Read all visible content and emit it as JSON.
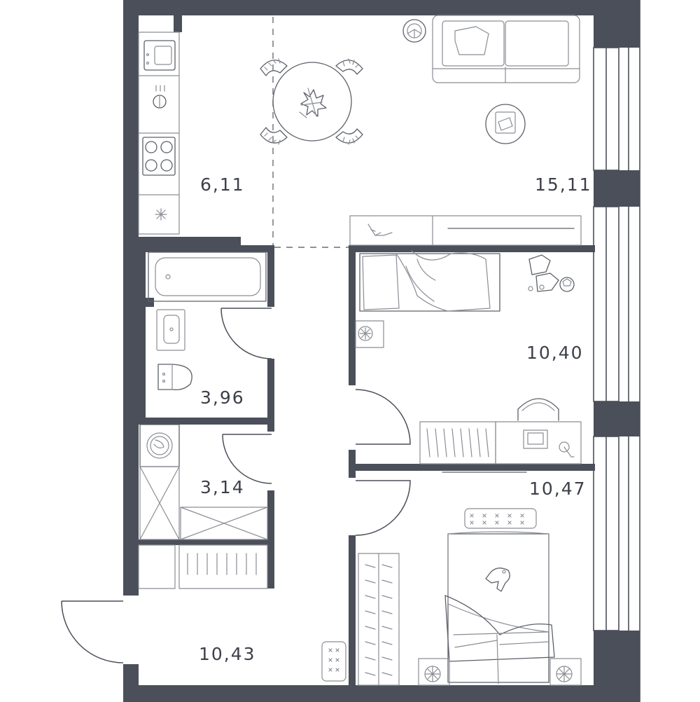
{
  "floor_plan": {
    "rooms": [
      {
        "id": "kitchen",
        "area_label": "6,11"
      },
      {
        "id": "living-room",
        "area_label": "15,11"
      },
      {
        "id": "bathroom",
        "area_label": "3,96"
      },
      {
        "id": "bedroom-upper",
        "area_label": "10,40"
      },
      {
        "id": "laundry",
        "area_label": "3,14"
      },
      {
        "id": "bedroom-lower",
        "area_label": "10,47"
      },
      {
        "id": "hallway",
        "area_label": "10,43"
      }
    ],
    "colors": {
      "wall": "#4b4f59",
      "furniture": "#8a8d94",
      "label": "#3d4049",
      "background": "#ffffff"
    }
  }
}
